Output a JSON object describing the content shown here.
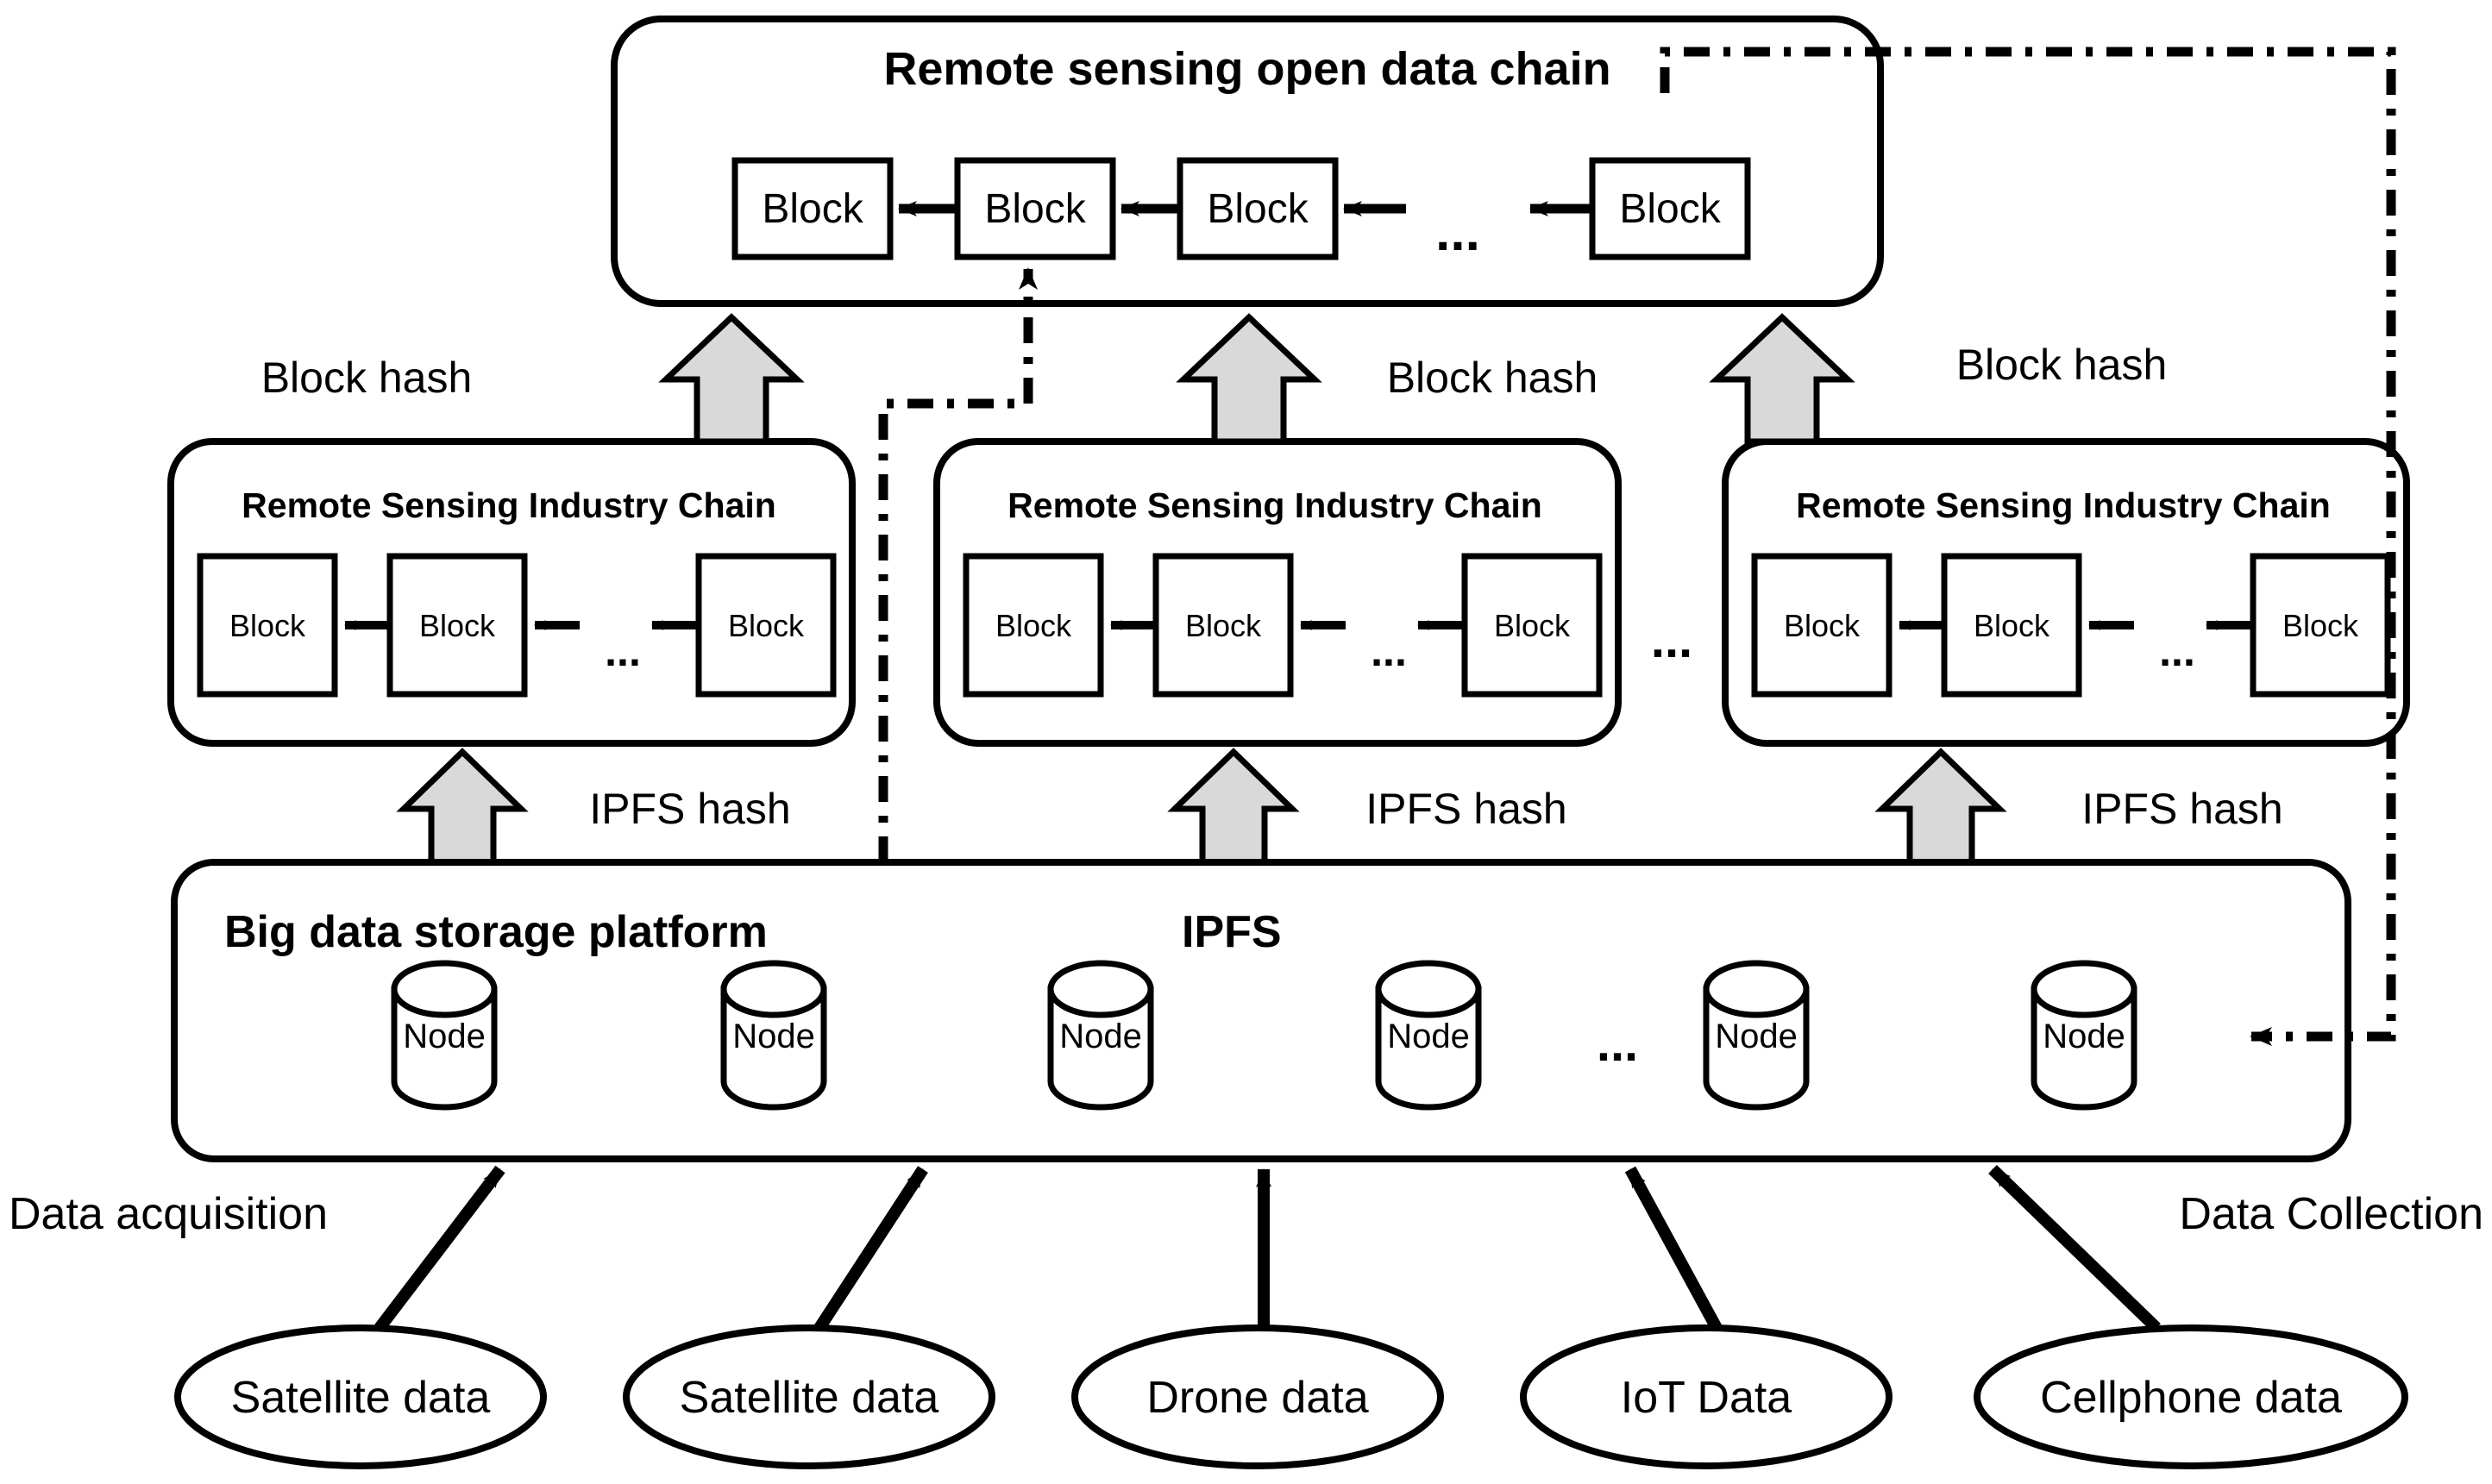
{
  "diagram": {
    "title_visible": false,
    "colors": {
      "stroke": "#000000",
      "background": "#ffffff",
      "block_arrow_fill": "#d9d9d9"
    },
    "open_chain": {
      "title": "Remote sensing open data chain",
      "blocks": [
        {
          "label": "Block"
        },
        {
          "label": "Block"
        },
        {
          "label": "Block"
        },
        {
          "label": "Block"
        }
      ],
      "ellipsis": "..."
    },
    "industry_chains": [
      {
        "title": "Remote Sensing Industry Chain",
        "blocks": [
          {
            "label": "Block"
          },
          {
            "label": "Block"
          },
          {
            "label": "Block"
          }
        ],
        "ellipsis": "...",
        "block_hash_label": "Block hash",
        "ipfs_hash_label": "IPFS hash"
      },
      {
        "title": "Remote Sensing Industry Chain",
        "blocks": [
          {
            "label": "Block"
          },
          {
            "label": "Block"
          },
          {
            "label": "Block"
          }
        ],
        "ellipsis": "...",
        "block_hash_label": "Block hash",
        "ipfs_hash_label": "IPFS hash"
      },
      {
        "title": "Remote Sensing Industry Chain",
        "blocks": [
          {
            "label": "Block"
          },
          {
            "label": "Block"
          },
          {
            "label": "Block"
          }
        ],
        "ellipsis": "...",
        "block_hash_label": "Block hash",
        "ipfs_hash_label": "IPFS hash"
      }
    ],
    "chains_ellipsis": "...",
    "platform": {
      "title": "Big data storage platform",
      "subtitle": "IPFS",
      "nodes": [
        {
          "label": "Node"
        },
        {
          "label": "Node"
        },
        {
          "label": "Node"
        },
        {
          "label": "Node"
        },
        {
          "label": "Node"
        },
        {
          "label": "Node"
        }
      ],
      "nodes_ellipsis": "..."
    },
    "edge_labels": {
      "left": "Data acquisition",
      "right": "Data Collection"
    },
    "sources": [
      {
        "label": "Satellite data"
      },
      {
        "label": "Satellite data"
      },
      {
        "label": "Drone data"
      },
      {
        "label": "IoT Data"
      },
      {
        "label": "Cellphone data"
      }
    ]
  }
}
